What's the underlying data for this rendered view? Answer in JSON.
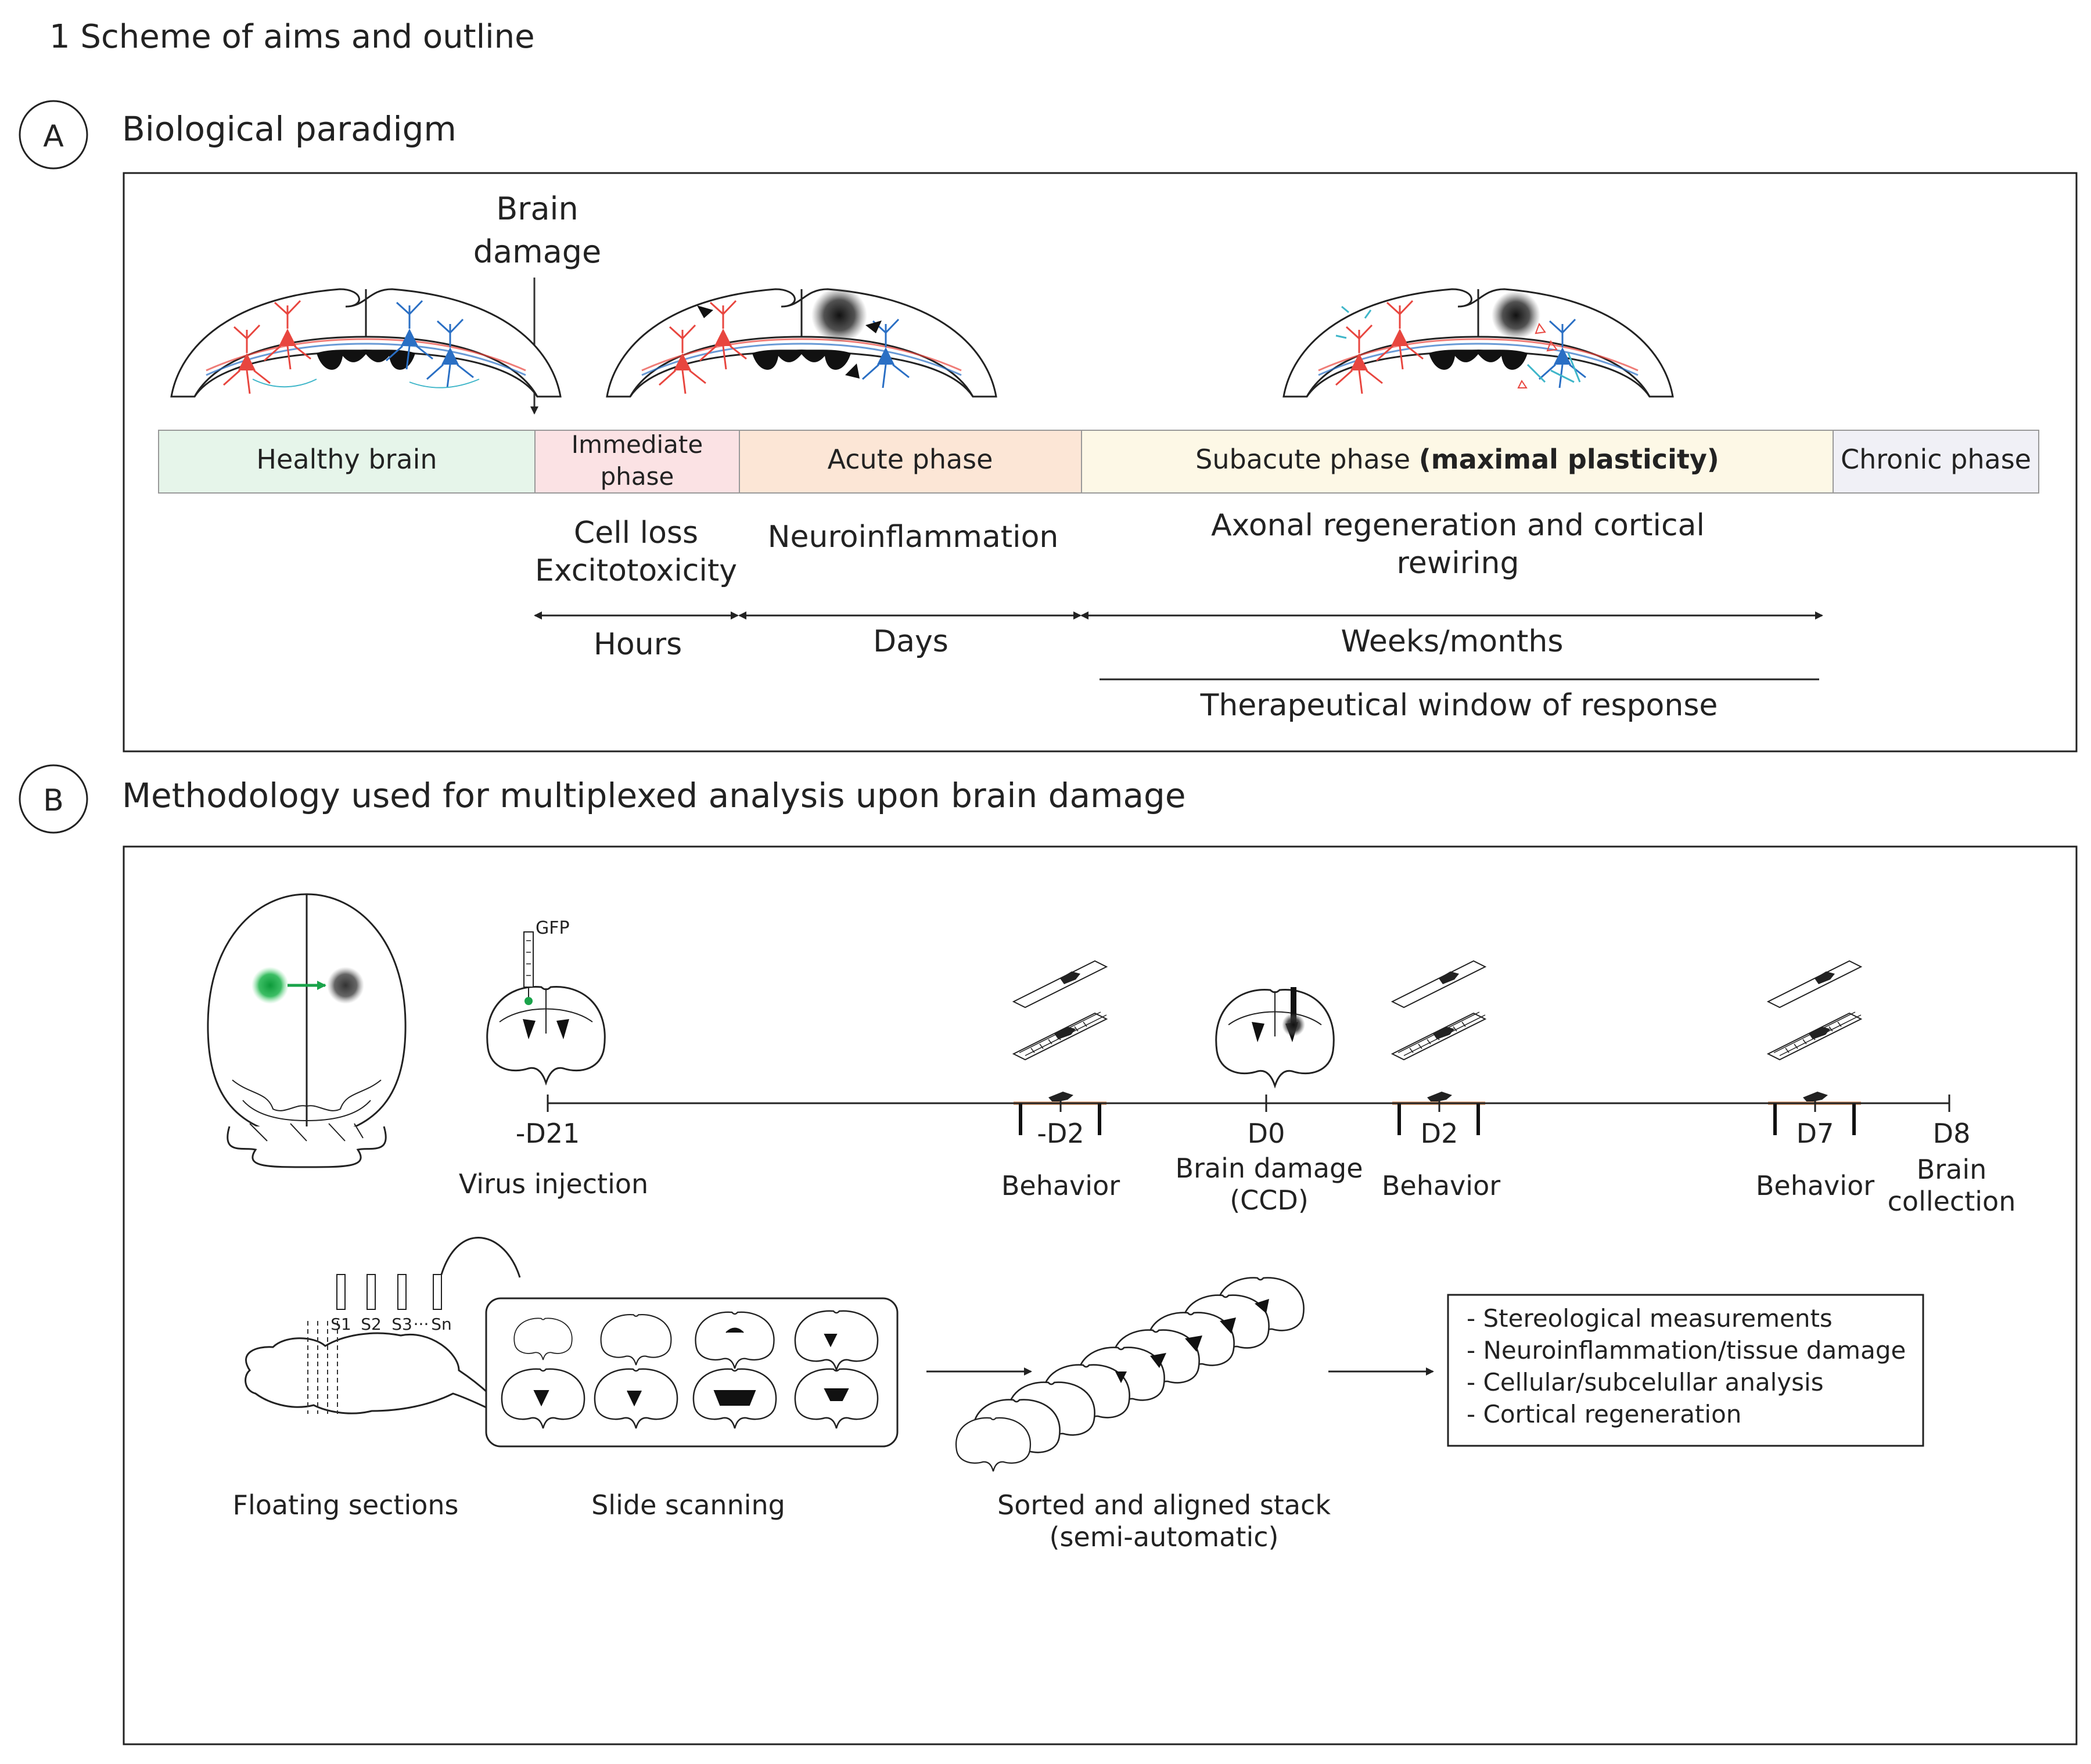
{
  "figure_title": "1 Scheme of aims and outline",
  "panel_a": {
    "letter": "A",
    "title": "Biological paradigm",
    "brain_damage_label": [
      "Brain",
      "damage"
    ],
    "phases": [
      {
        "label": "Healthy brain",
        "color": "#e6f5ea"
      },
      {
        "label": "Immediate phase",
        "lines": [
          "Immediate",
          "phase"
        ],
        "color": "#fbe2e4"
      },
      {
        "label": "Acute phase",
        "color": "#fce6d6"
      },
      {
        "label": "Subacute phase",
        "bold": "(maximal plasticity)",
        "color": "#fdf8e6"
      },
      {
        "label": "Chronic phase",
        "color": "#f0f0f6"
      }
    ],
    "processes": {
      "immediate": [
        "Cell loss",
        "Excitotoxicity"
      ],
      "acute": "Neuroinflammation",
      "subacute": [
        "Axonal regeneration and cortical",
        "rewiring"
      ]
    },
    "durations": {
      "hours": "Hours",
      "days": "Days",
      "weeks": "Weeks/months"
    },
    "therapeutic_window": "Therapeutical window of response",
    "colors": {
      "red_neuron": "#e8463f",
      "blue_neuron": "#2a6fc4",
      "cyan_fiber": "#3fb6c9"
    }
  },
  "panel_b": {
    "letter": "B",
    "title": "Methodology used for multiplexed analysis upon brain damage",
    "gfp_label": "GFP",
    "timeline": [
      {
        "day": "-D21",
        "event": [
          "Virus injection"
        ]
      },
      {
        "day": "-D2",
        "event": [
          "Behavior"
        ]
      },
      {
        "day": "D0",
        "event": [
          "Brain damage",
          "(CCD)"
        ]
      },
      {
        "day": "D2",
        "event": [
          "Behavior"
        ]
      },
      {
        "day": "D7",
        "event": [
          "Behavior"
        ]
      },
      {
        "day": "D8",
        "event": [
          "Brain",
          "collection"
        ]
      }
    ],
    "section_labels": [
      "S1",
      "S2",
      "S3",
      "···",
      "Sn"
    ],
    "pipeline": [
      {
        "label": [
          "Floating sections"
        ]
      },
      {
        "label": [
          "Slide scanning"
        ]
      },
      {
        "label": [
          "Sorted and aligned stack",
          "(semi-automatic)"
        ]
      }
    ],
    "analyses": [
      "- Stereological measurements",
      "- Neuroinflammation/tissue damage",
      "- Cellular/subcelullar analysis",
      "- Cortical regeneration"
    ],
    "colors": {
      "gfp_green": "#1aa34a",
      "lesion_gray": "#555555",
      "table_wood": "#d9a27a"
    }
  }
}
